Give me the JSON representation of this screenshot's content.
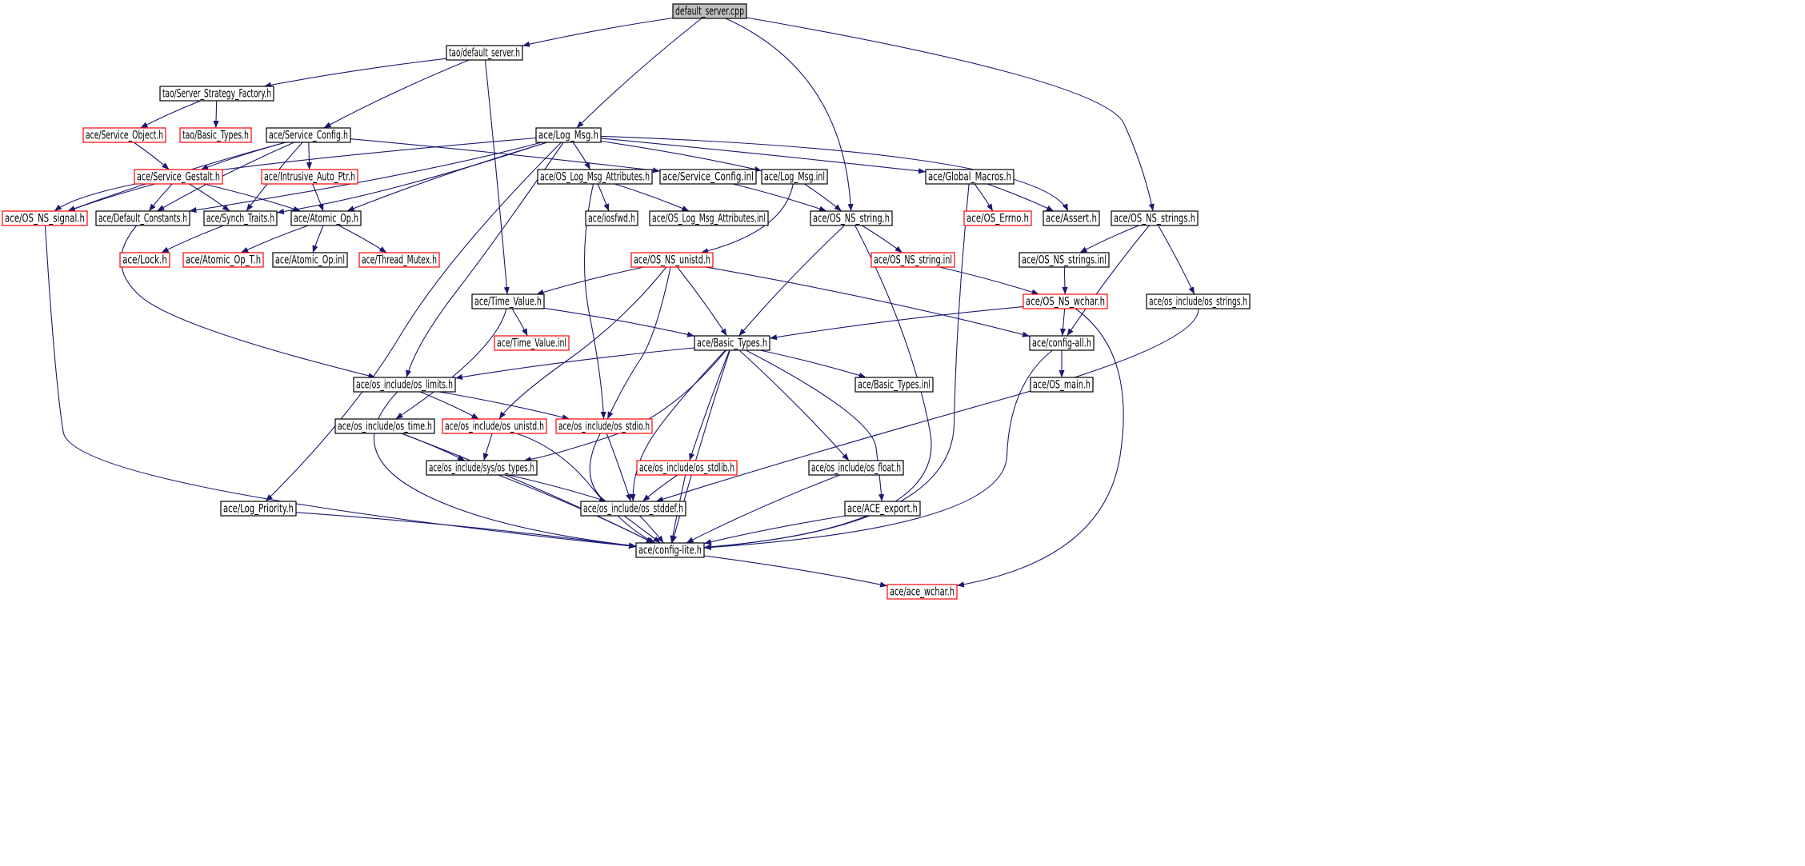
{
  "diagram": {
    "colors": {
      "edge": "#191970",
      "root_fill": "#bfbfbf",
      "border_normal": "#000000",
      "border_truncated": "#ff0000",
      "background": "#ffffff"
    },
    "nodes": [
      {
        "id": "root",
        "label": "default_server.cpp",
        "kind": "root"
      },
      {
        "id": "tao_default_server",
        "label": "tao/default_server.h",
        "kind": "normal"
      },
      {
        "id": "tao_ssf",
        "label": "tao/Server_Strategy_Factory.h",
        "kind": "normal"
      },
      {
        "id": "ace_service_object",
        "label": "ace/Service_Object.h",
        "kind": "truncated"
      },
      {
        "id": "tao_basic_types",
        "label": "tao/Basic_Types.h",
        "kind": "truncated"
      },
      {
        "id": "ace_service_config",
        "label": "ace/Service_Config.h",
        "kind": "normal"
      },
      {
        "id": "ace_log_msg",
        "label": "ace/Log_Msg.h",
        "kind": "normal"
      },
      {
        "id": "ace_service_gestalt",
        "label": "ace/Service_Gestalt.h",
        "kind": "truncated"
      },
      {
        "id": "ace_intrusive_auto_ptr",
        "label": "ace/Intrusive_Auto_Ptr.h",
        "kind": "truncated"
      },
      {
        "id": "ace_os_log_msg_attr",
        "label": "ace/OS_Log_Msg_Attributes.h",
        "kind": "normal"
      },
      {
        "id": "ace_service_config_inl",
        "label": "ace/Service_Config.inl",
        "kind": "normal"
      },
      {
        "id": "ace_log_msg_inl",
        "label": "ace/Log_Msg.inl",
        "kind": "normal"
      },
      {
        "id": "ace_global_macros",
        "label": "ace/Global_Macros.h",
        "kind": "normal"
      },
      {
        "id": "ace_os_ns_signal",
        "label": "ace/OS_NS_signal.h",
        "kind": "truncated"
      },
      {
        "id": "ace_default_constants",
        "label": "ace/Default_Constants.h",
        "kind": "normal"
      },
      {
        "id": "ace_synch_traits",
        "label": "ace/Synch_Traits.h",
        "kind": "normal"
      },
      {
        "id": "ace_atomic_op",
        "label": "ace/Atomic_Op.h",
        "kind": "normal"
      },
      {
        "id": "ace_iosfwd",
        "label": "ace/iosfwd.h",
        "kind": "normal"
      },
      {
        "id": "ace_os_log_msg_attr_inl",
        "label": "ace/OS_Log_Msg_Attributes.inl",
        "kind": "normal"
      },
      {
        "id": "ace_os_ns_string",
        "label": "ace/OS_NS_string.h",
        "kind": "normal"
      },
      {
        "id": "ace_os_errno",
        "label": "ace/OS_Errno.h",
        "kind": "truncated"
      },
      {
        "id": "ace_assert",
        "label": "ace/Assert.h",
        "kind": "normal"
      },
      {
        "id": "ace_os_ns_strings",
        "label": "ace/OS_NS_strings.h",
        "kind": "normal"
      },
      {
        "id": "ace_lock",
        "label": "ace/Lock.h",
        "kind": "truncated"
      },
      {
        "id": "ace_atomic_op_t",
        "label": "ace/Atomic_Op_T.h",
        "kind": "truncated"
      },
      {
        "id": "ace_atomic_op_inl",
        "label": "ace/Atomic_Op.inl",
        "kind": "normal"
      },
      {
        "id": "ace_thread_mutex",
        "label": "ace/Thread_Mutex.h",
        "kind": "truncated"
      },
      {
        "id": "ace_os_ns_unistd",
        "label": "ace/OS_NS_unistd.h",
        "kind": "truncated"
      },
      {
        "id": "ace_os_ns_string_inl",
        "label": "ace/OS_NS_string.inl",
        "kind": "truncated"
      },
      {
        "id": "ace_os_ns_strings_inl",
        "label": "ace/OS_NS_strings.inl",
        "kind": "normal"
      },
      {
        "id": "ace_time_value",
        "label": "ace/Time_Value.h",
        "kind": "normal"
      },
      {
        "id": "ace_os_ns_wchar",
        "label": "ace/OS_NS_wchar.h",
        "kind": "truncated"
      },
      {
        "id": "ace_os_include_os_strings",
        "label": "ace/os_include/os_strings.h",
        "kind": "normal"
      },
      {
        "id": "ace_time_value_inl",
        "label": "ace/Time_Value.inl",
        "kind": "truncated"
      },
      {
        "id": "ace_basic_types",
        "label": "ace/Basic_Types.h",
        "kind": "normal"
      },
      {
        "id": "ace_config_all",
        "label": "ace/config-all.h",
        "kind": "normal"
      },
      {
        "id": "ace_os_include_os_limits",
        "label": "ace/os_include/os_limits.h",
        "kind": "normal"
      },
      {
        "id": "ace_basic_types_inl",
        "label": "ace/Basic_Types.inl",
        "kind": "normal"
      },
      {
        "id": "ace_os_main",
        "label": "ace/OS_main.h",
        "kind": "normal"
      },
      {
        "id": "ace_os_include_os_time",
        "label": "ace/os_include/os_time.h",
        "kind": "normal"
      },
      {
        "id": "ace_os_include_os_unistd",
        "label": "ace/os_include/os_unistd.h",
        "kind": "truncated"
      },
      {
        "id": "ace_os_include_os_stdio",
        "label": "ace/os_include/os_stdio.h",
        "kind": "truncated"
      },
      {
        "id": "ace_os_include_sys_os_types",
        "label": "ace/os_include/sys/os_types.h",
        "kind": "normal"
      },
      {
        "id": "ace_os_include_os_stdlib",
        "label": "ace/os_include/os_stdlib.h",
        "kind": "truncated"
      },
      {
        "id": "ace_os_include_os_float",
        "label": "ace/os_include/os_float.h",
        "kind": "normal"
      },
      {
        "id": "ace_log_priority",
        "label": "ace/Log_Priority.h",
        "kind": "normal"
      },
      {
        "id": "ace_os_include_os_stddef",
        "label": "ace/os_include/os_stddef.h",
        "kind": "normal"
      },
      {
        "id": "ace_ace_export",
        "label": "ace/ACE_export.h",
        "kind": "normal"
      },
      {
        "id": "ace_config_lite",
        "label": "ace/config-lite.h",
        "kind": "normal"
      },
      {
        "id": "ace_ace_wchar",
        "label": "ace/ace_wchar.h",
        "kind": "truncated"
      }
    ],
    "edges": [
      [
        "root",
        "tao_default_server"
      ],
      [
        "root",
        "ace_log_msg"
      ],
      [
        "root",
        "ace_os_ns_string"
      ],
      [
        "root",
        "ace_os_ns_strings"
      ],
      [
        "tao_default_server",
        "tao_ssf"
      ],
      [
        "tao_default_server",
        "ace_service_config"
      ],
      [
        "tao_default_server",
        "ace_time_value"
      ],
      [
        "tao_ssf",
        "ace_service_object"
      ],
      [
        "tao_ssf",
        "tao_basic_types"
      ],
      [
        "ace_service_object",
        "ace_service_gestalt"
      ],
      [
        "ace_service_config",
        "ace_service_gestalt"
      ],
      [
        "ace_service_config",
        "ace_intrusive_auto_ptr"
      ],
      [
        "ace_service_config",
        "ace_service_config_inl"
      ],
      [
        "ace_service_config",
        "ace_os_ns_signal"
      ],
      [
        "ace_service_config",
        "ace_default_constants"
      ],
      [
        "ace_service_config",
        "ace_synch_traits"
      ],
      [
        "ace_service_gestalt",
        "ace_os_ns_signal"
      ],
      [
        "ace_service_gestalt",
        "ace_default_constants"
      ],
      [
        "ace_service_gestalt",
        "ace_synch_traits"
      ],
      [
        "ace_service_gestalt",
        "ace_atomic_op"
      ],
      [
        "ace_intrusive_auto_ptr",
        "ace_atomic_op"
      ],
      [
        "ace_log_msg",
        "ace_os_log_msg_attr"
      ],
      [
        "ace_log_msg",
        "ace_log_msg_inl"
      ],
      [
        "ace_log_msg",
        "ace_global_macros"
      ],
      [
        "ace_log_msg",
        "ace_assert"
      ],
      [
        "ace_log_msg",
        "ace_default_constants"
      ],
      [
        "ace_log_msg",
        "ace_synch_traits"
      ],
      [
        "ace_log_msg",
        "ace_atomic_op"
      ],
      [
        "ace_log_msg",
        "ace_os_include_os_limits"
      ],
      [
        "ace_log_msg",
        "ace_log_priority"
      ],
      [
        "ace_log_msg",
        "ace_os_ns_signal"
      ],
      [
        "ace_os_log_msg_attr",
        "ace_iosfwd"
      ],
      [
        "ace_os_log_msg_attr",
        "ace_os_log_msg_attr_inl"
      ],
      [
        "ace_os_log_msg_attr",
        "ace_os_include_os_stdio"
      ],
      [
        "ace_service_config_inl",
        "ace_os_ns_string"
      ],
      [
        "ace_log_msg_inl",
        "ace_os_ns_string"
      ],
      [
        "ace_log_msg_inl",
        "ace_os_ns_unistd"
      ],
      [
        "ace_global_macros",
        "ace_os_errno"
      ],
      [
        "ace_global_macros",
        "ace_assert"
      ],
      [
        "ace_global_macros",
        "ace_config_lite"
      ],
      [
        "ace_synch_traits",
        "ace_lock"
      ],
      [
        "ace_atomic_op",
        "ace_atomic_op_t"
      ],
      [
        "ace_atomic_op",
        "ace_atomic_op_inl"
      ],
      [
        "ace_atomic_op",
        "ace_thread_mutex"
      ],
      [
        "ace_default_constants",
        "ace_os_include_os_limits"
      ],
      [
        "ace_os_ns_signal",
        "ace_config_lite"
      ],
      [
        "ace_os_ns_string",
        "ace_os_ns_string_inl"
      ],
      [
        "ace_os_ns_string",
        "ace_basic_types"
      ],
      [
        "ace_os_ns_string",
        "ace_config_lite"
      ],
      [
        "ace_os_ns_strings",
        "ace_os_ns_strings_inl"
      ],
      [
        "ace_os_ns_strings",
        "ace_os_include_os_strings"
      ],
      [
        "ace_os_ns_strings",
        "ace_config_all"
      ],
      [
        "ace_os_ns_string_inl",
        "ace_os_ns_wchar"
      ],
      [
        "ace_os_ns_strings_inl",
        "ace_os_ns_wchar"
      ],
      [
        "ace_os_ns_wchar",
        "ace_basic_types"
      ],
      [
        "ace_os_ns_wchar",
        "ace_config_all"
      ],
      [
        "ace_os_ns_wchar",
        "ace_ace_wchar"
      ],
      [
        "ace_os_include_os_strings",
        "ace_os_include_os_stddef"
      ],
      [
        "ace_os_ns_unistd",
        "ace_time_value"
      ],
      [
        "ace_os_ns_unistd",
        "ace_basic_types"
      ],
      [
        "ace_os_ns_unistd",
        "ace_config_all"
      ],
      [
        "ace_os_ns_unistd",
        "ace_os_include_os_unistd"
      ],
      [
        "ace_os_ns_unistd",
        "ace_os_include_os_stdio"
      ],
      [
        "ace_time_value",
        "ace_time_value_inl"
      ],
      [
        "ace_time_value",
        "ace_basic_types"
      ],
      [
        "ace_time_value",
        "ace_os_include_os_time"
      ],
      [
        "ace_basic_types",
        "ace_os_include_os_limits"
      ],
      [
        "ace_basic_types",
        "ace_basic_types_inl"
      ],
      [
        "ace_basic_types",
        "ace_os_include_os_float"
      ],
      [
        "ace_basic_types",
        "ace_os_include_os_stdlib"
      ],
      [
        "ace_basic_types",
        "ace_os_include_sys_os_types"
      ],
      [
        "ace_basic_types",
        "ace_os_include_os_stddef"
      ],
      [
        "ace_basic_types",
        "ace_ace_export"
      ],
      [
        "ace_basic_types",
        "ace_config_lite"
      ],
      [
        "ace_config_all",
        "ace_os_main"
      ],
      [
        "ace_config_all",
        "ace_config_lite"
      ],
      [
        "ace_os_include_os_limits",
        "ace_os_include_os_unistd"
      ],
      [
        "ace_os_include_os_limits",
        "ace_os_include_os_stdio"
      ],
      [
        "ace_os_include_os_limits",
        "ace_config_lite"
      ],
      [
        "ace_os_include_os_time",
        "ace_os_include_sys_os_types"
      ],
      [
        "ace_os_include_os_time",
        "ace_config_lite"
      ],
      [
        "ace_os_include_os_unistd",
        "ace_os_include_sys_os_types"
      ],
      [
        "ace_os_include_os_unistd",
        "ace_config_lite"
      ],
      [
        "ace_os_include_os_stdio",
        "ace_os_include_os_stddef"
      ],
      [
        "ace_os_include_os_stdio",
        "ace_config_lite"
      ],
      [
        "ace_os_include_sys_os_types",
        "ace_os_include_os_stddef"
      ],
      [
        "ace_os_include_sys_os_types",
        "ace_config_lite"
      ],
      [
        "ace_os_include_os_stdlib",
        "ace_os_include_os_stddef"
      ],
      [
        "ace_os_include_os_stdlib",
        "ace_config_lite"
      ],
      [
        "ace_os_include_os_float",
        "ace_config_lite"
      ],
      [
        "ace_log_priority",
        "ace_config_lite"
      ],
      [
        "ace_os_include_os_stddef",
        "ace_config_lite"
      ],
      [
        "ace_ace_export",
        "ace_config_lite"
      ],
      [
        "ace_config_lite",
        "ace_ace_wchar"
      ]
    ]
  }
}
